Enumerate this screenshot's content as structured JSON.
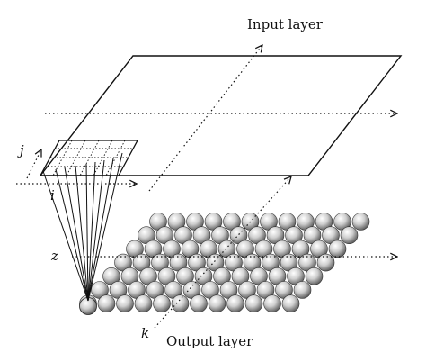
{
  "labels": {
    "input_layer": "Input layer",
    "output_layer": "Output layer",
    "j": "j",
    "i": "i",
    "z": "z",
    "k": "k"
  },
  "grid": {
    "rows": 7,
    "cols": 12
  },
  "colors": {
    "line": "#111111",
    "sphere_light": "#ffffff",
    "sphere_mid": "#c9c9c9",
    "sphere_dark": "#4a4a4a"
  }
}
